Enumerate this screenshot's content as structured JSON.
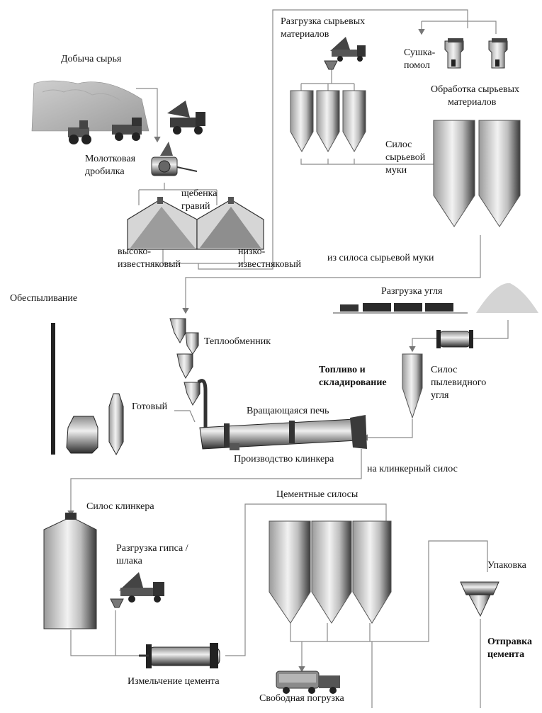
{
  "labels": {
    "extraction": "Добыча сырья",
    "hammer_crusher_1": "Молотковая",
    "hammer_crusher_2": "дробилка",
    "crushed_stone": "щебенка",
    "gravel": "гравий",
    "high_lime_1": "высоко-",
    "high_lime_2": "известняковый",
    "low_lime_1": "низко-",
    "low_lime_2": "известняковый",
    "raw_unload_1": "Разгрузка сырьевых",
    "raw_unload_2": "материалов",
    "drying_1": "Сушка-",
    "drying_2": "помол",
    "raw_processing_1": "Обработка сырьевых",
    "raw_processing_2": "материалов",
    "raw_meal_silo_1": "Силос",
    "raw_meal_silo_2": "сырьевой",
    "raw_meal_silo_3": "муки",
    "from_raw_meal_silo": "из силоса сырьевой муки",
    "dedusting": "Обеспыливание",
    "coal_unload": "Разгрузка угля",
    "heat_exchanger": "Теплообменник",
    "fuel_storage_1": "Топливо и",
    "fuel_storage_2": "складирование",
    "coal_silo_1": "Силос",
    "coal_silo_2": "пылевидного",
    "coal_silo_3": "угля",
    "ready": "Готовый",
    "rotary_kiln": "Вращающаяся печь",
    "clinker_production": "Производство клинкера",
    "to_clinker_silo": "на клинкерный силос",
    "clinker_silo": "Силос клинкера",
    "cement_silos": "Цементные силосы",
    "gypsum_unload_1": "Разгрузка гипса /",
    "gypsum_unload_2": "шлака",
    "packing": "Упаковка",
    "cement_shipping_1": "Отправка",
    "cement_shipping_2": "цемента",
    "cement_grinding": "Измельчение цемента",
    "bulk_loading": "Свободная погрузка"
  }
}
